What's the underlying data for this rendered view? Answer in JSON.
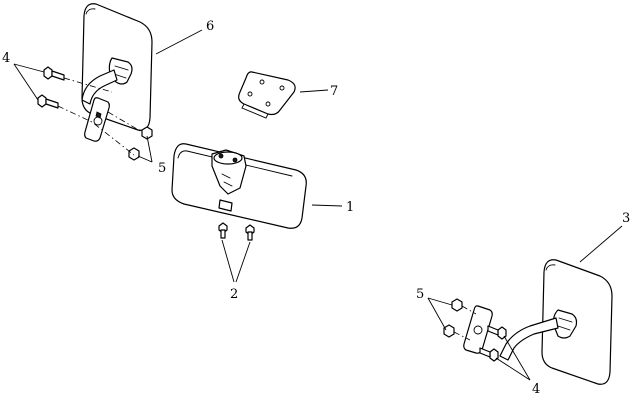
{
  "callouts": {
    "c1": "1",
    "c2": "2",
    "c3": "3",
    "c4a": "4",
    "c4b": "4",
    "c5a": "5",
    "c5b": "5",
    "c6": "6",
    "c7": "7"
  }
}
